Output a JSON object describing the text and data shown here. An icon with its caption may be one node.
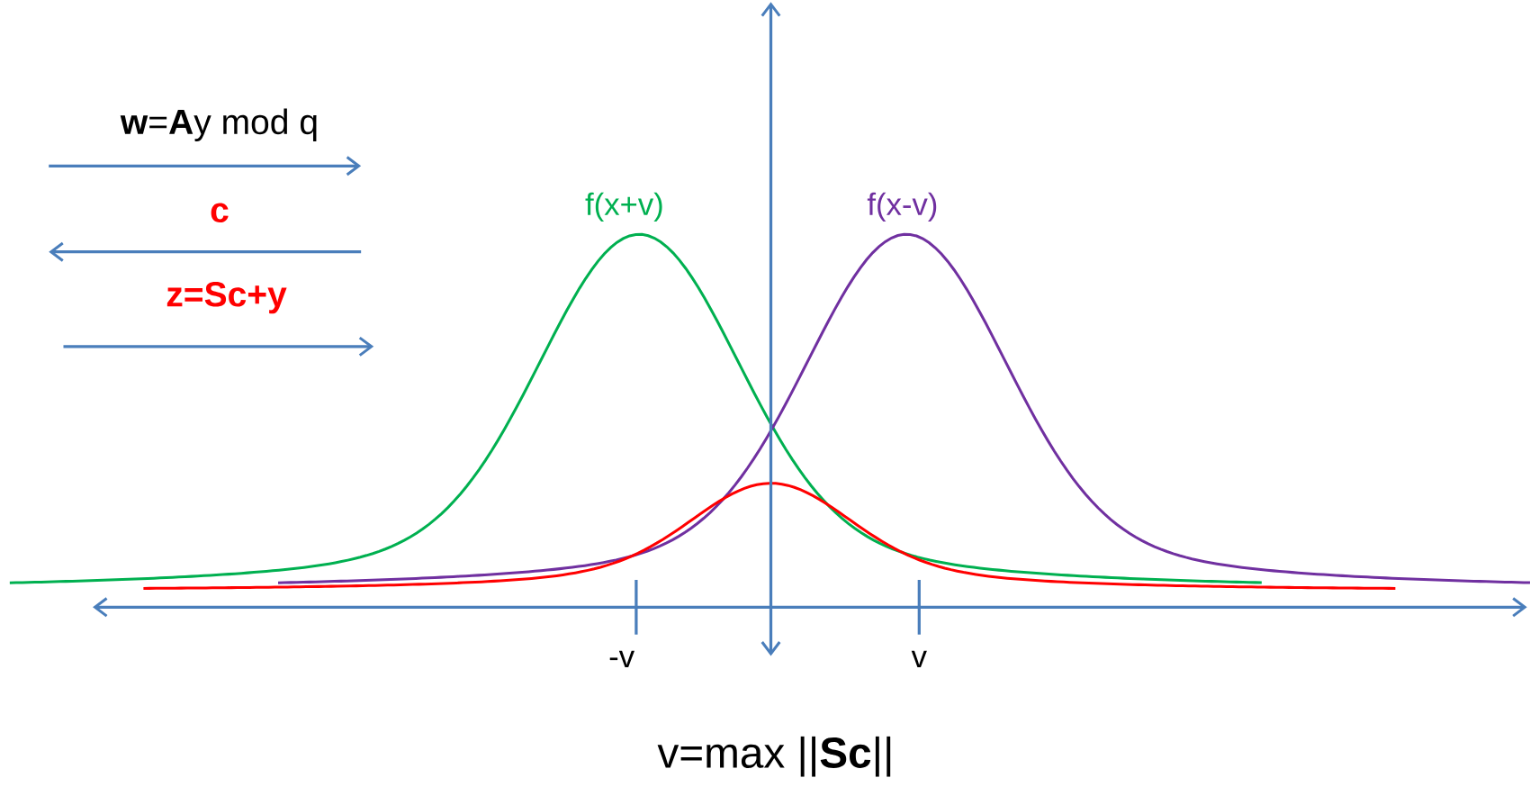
{
  "diagram": {
    "labels": [
      "**w**=**A**y mod q",
      "c",
      "z=Sc+y",
      "f(x+v)",
      "f(x-v)",
      "-v",
      "v",
      "v=max ||**Sc**||"
    ]
  }
}
